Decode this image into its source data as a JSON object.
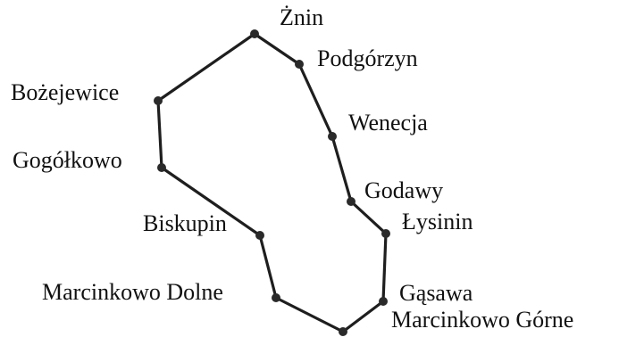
{
  "diagram": {
    "line_color": "#1e1e1e",
    "node_color": "#2a2a2a",
    "nodes": [
      {
        "id": "znin",
        "label": "Żnin"
      },
      {
        "id": "podgorzyn",
        "label": "Podgórzyn"
      },
      {
        "id": "wenecja",
        "label": "Wenecja"
      },
      {
        "id": "godawy",
        "label": "Godawy"
      },
      {
        "id": "lysinin",
        "label": "Łysinin"
      },
      {
        "id": "gasawa",
        "label": "Gąsawa"
      },
      {
        "id": "marcinkowo-gorne",
        "label": "Marcinkowo Górne"
      },
      {
        "id": "marcinkowo-dolne",
        "label": "Marcinkowo Dolne"
      },
      {
        "id": "biskupin",
        "label": "Biskupin"
      },
      {
        "id": "gogolkowo",
        "label": "Gogółkowo"
      },
      {
        "id": "bozejewice",
        "label": "Bożejewice"
      }
    ]
  }
}
